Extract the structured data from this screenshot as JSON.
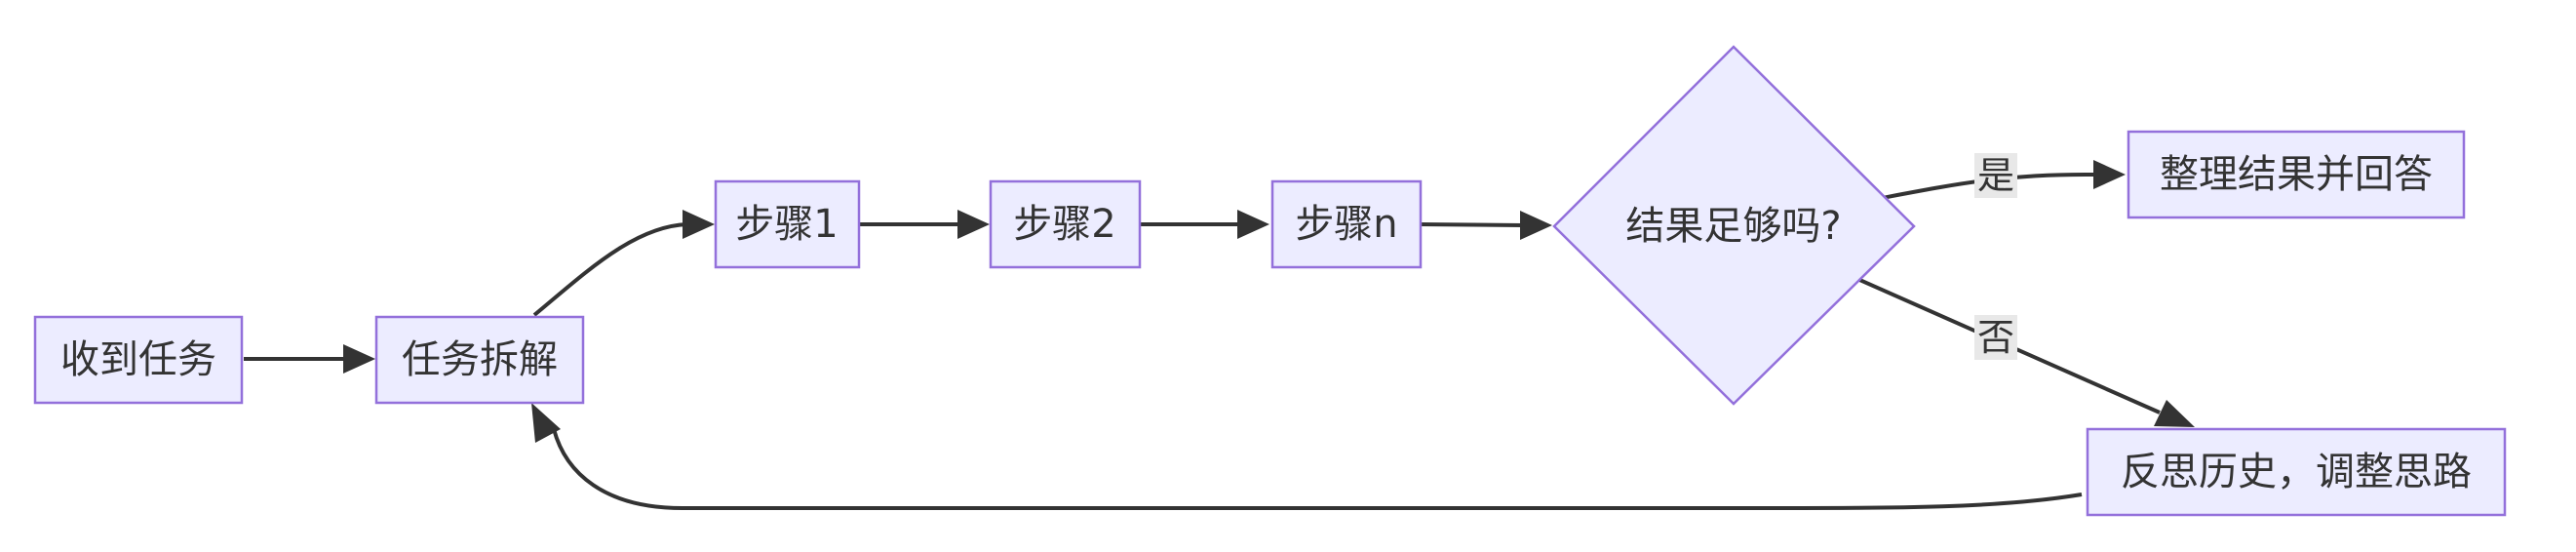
{
  "diagram": {
    "nodes": {
      "receive_task": "收到任务",
      "decompose": "任务拆解",
      "step1": "步骤1",
      "step2": "步骤2",
      "stepn": "步骤n",
      "decision": "结果足够吗?",
      "answer": "整理结果并回答",
      "reflect": "反思历史，调整思路"
    },
    "edge_labels": {
      "yes": "是",
      "no": "否"
    },
    "colors": {
      "node_fill": "#ECECFF",
      "node_stroke": "#9370DB",
      "edge": "#333333",
      "text": "#333333",
      "edge_label_bg": "#e8e8e8"
    }
  }
}
